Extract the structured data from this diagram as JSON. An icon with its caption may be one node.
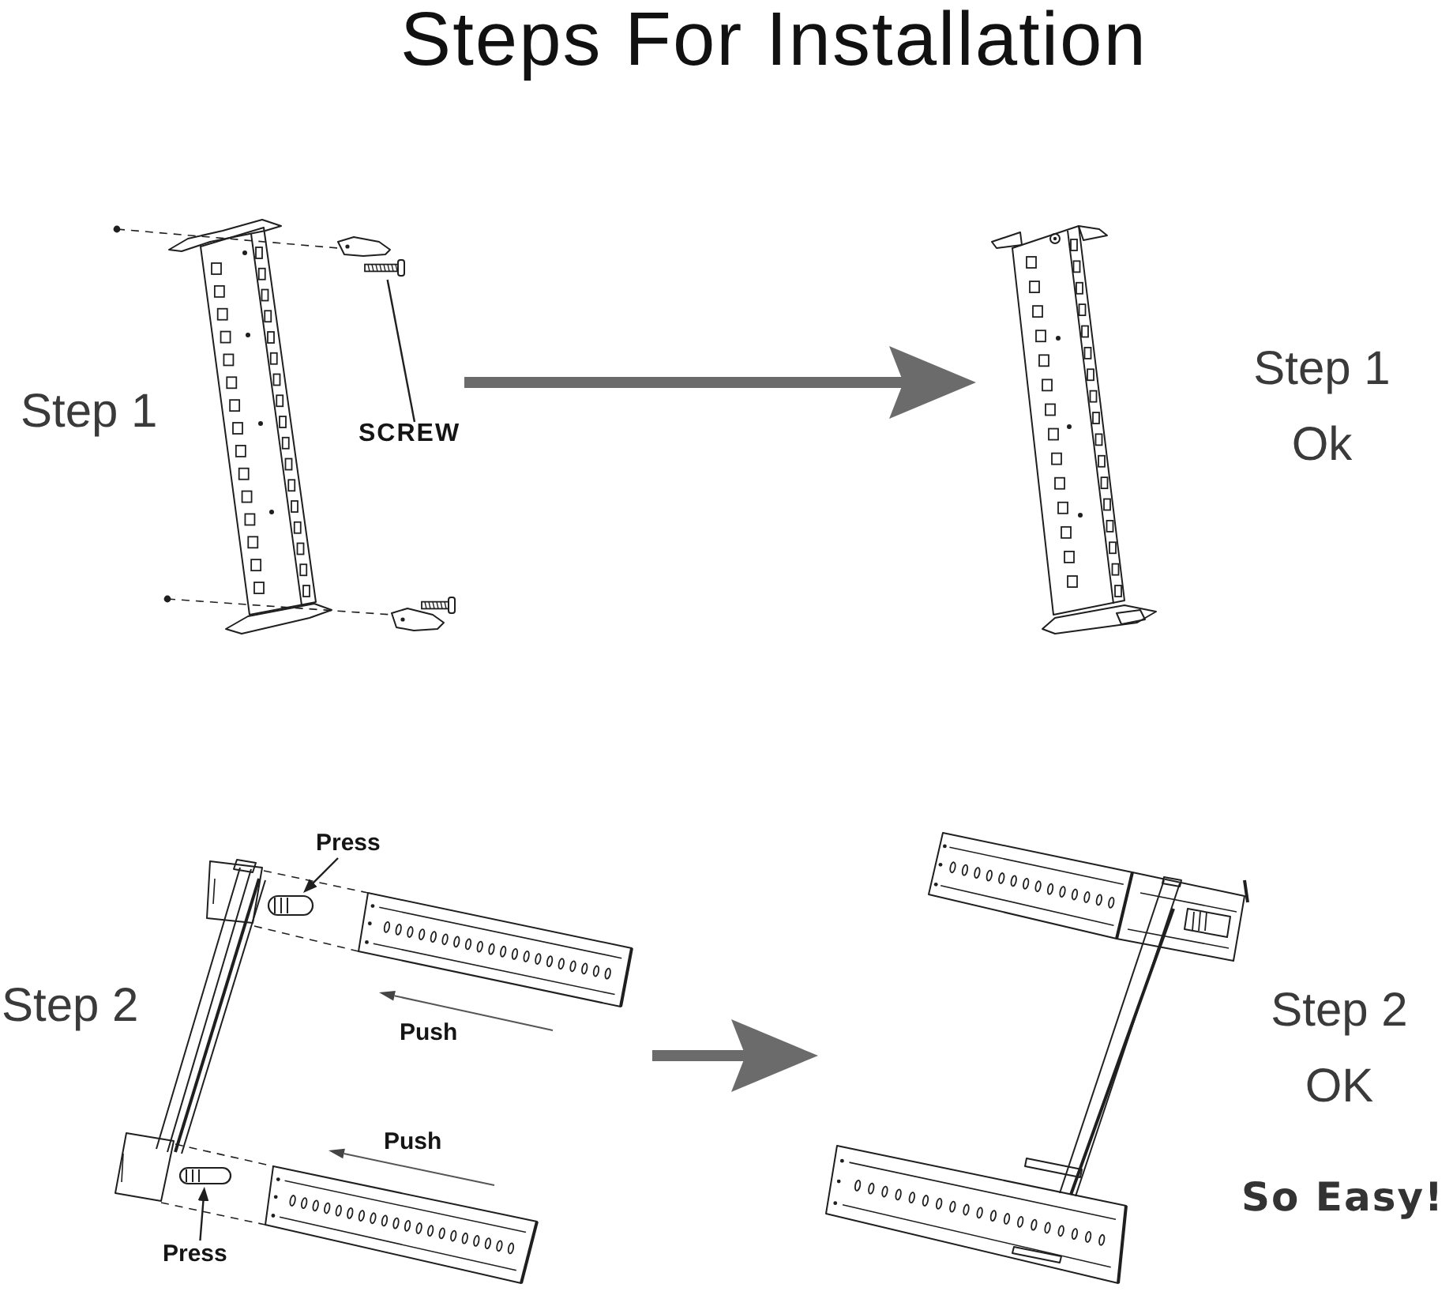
{
  "diagram": {
    "title": "Steps For Installation",
    "nodes": [
      {
        "text": [],
        "shape": "picture",
        "beside": [
          "Step 1"
        ]
      },
      {
        "text": [],
        "shape": "picture",
        "in": 0
      },
      {
        "text": [
          "SCREW"
        ],
        "in": 0
      },
      {
        "text": [],
        "shape": "picture",
        "beside": [
          "Step 1 Ok"
        ]
      },
      {
        "text": [],
        "shape": "picture",
        "beside": [
          "Step 2"
        ]
      },
      {
        "text": [
          "Press"
        ]
      },
      {
        "text": [],
        "shape": "picture",
        "in": 4
      },
      {
        "text": [],
        "shape": "picture",
        "in": 4
      },
      {
        "text": [
          "Press"
        ],
        "in": 4
      },
      {
        "text": [],
        "shape": "picture",
        "beside": [
          "Step 2 OK"
        ]
      }
    ],
    "edges": [
      {
        "from": 0,
        "to": 3,
        "arrow": "to",
        "style": "thick",
        "color": "#6b6b6b"
      },
      {
        "from": 2,
        "to": 1,
        "arrow": "none"
      },
      {
        "from": 5,
        "to": 6,
        "arrow": "to"
      },
      {
        "from": 8,
        "to": 7,
        "arrow": "to"
      },
      {
        "from": 4,
        "to": 9,
        "arrow": "to",
        "style": "thick",
        "color": "#6b6b6b"
      }
    ],
    "labels": [
      "Push",
      "Push",
      "So Easy!"
    ]
  }
}
